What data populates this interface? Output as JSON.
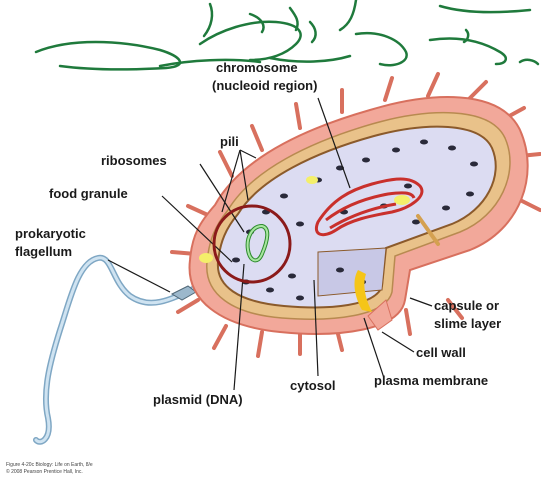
{
  "diagram": {
    "labels": {
      "chromosome_line1": "chromosome",
      "chromosome_line2": "(nucleoid region)",
      "pili": "pili",
      "ribosomes": "ribosomes",
      "food_granule": "food granule",
      "prokaryotic_flagellum_line1": "prokaryotic",
      "prokaryotic_flagellum_line2": "flagellum",
      "capsule_line1": "capsule or",
      "capsule_line2": "slime layer",
      "cell_wall": "cell wall",
      "plasma_membrane": "plasma membrane",
      "cytosol": "cytosol",
      "plasmid": "plasmid (DNA)"
    },
    "caption": {
      "line1": "Figure 4-20c Biology: Life on Earth, 8/e",
      "line2": "© 2008 Pearson Prentice Hall, Inc."
    },
    "annotation": {
      "handwriting": "ستاری آنزیمی تنصیم",
      "ink_color": "#1f7a3c",
      "circle_color": "#8b1a1a"
    },
    "colors": {
      "capsule": "#f2a89a",
      "capsule_edge": "#d8705e",
      "cell_wall": "#e9c28a",
      "cytoplasm": "#dcdcf2",
      "chromosome": "#c9302c",
      "plasmid": "#7ad07a",
      "flagellum": "#a8c8e0"
    }
  }
}
